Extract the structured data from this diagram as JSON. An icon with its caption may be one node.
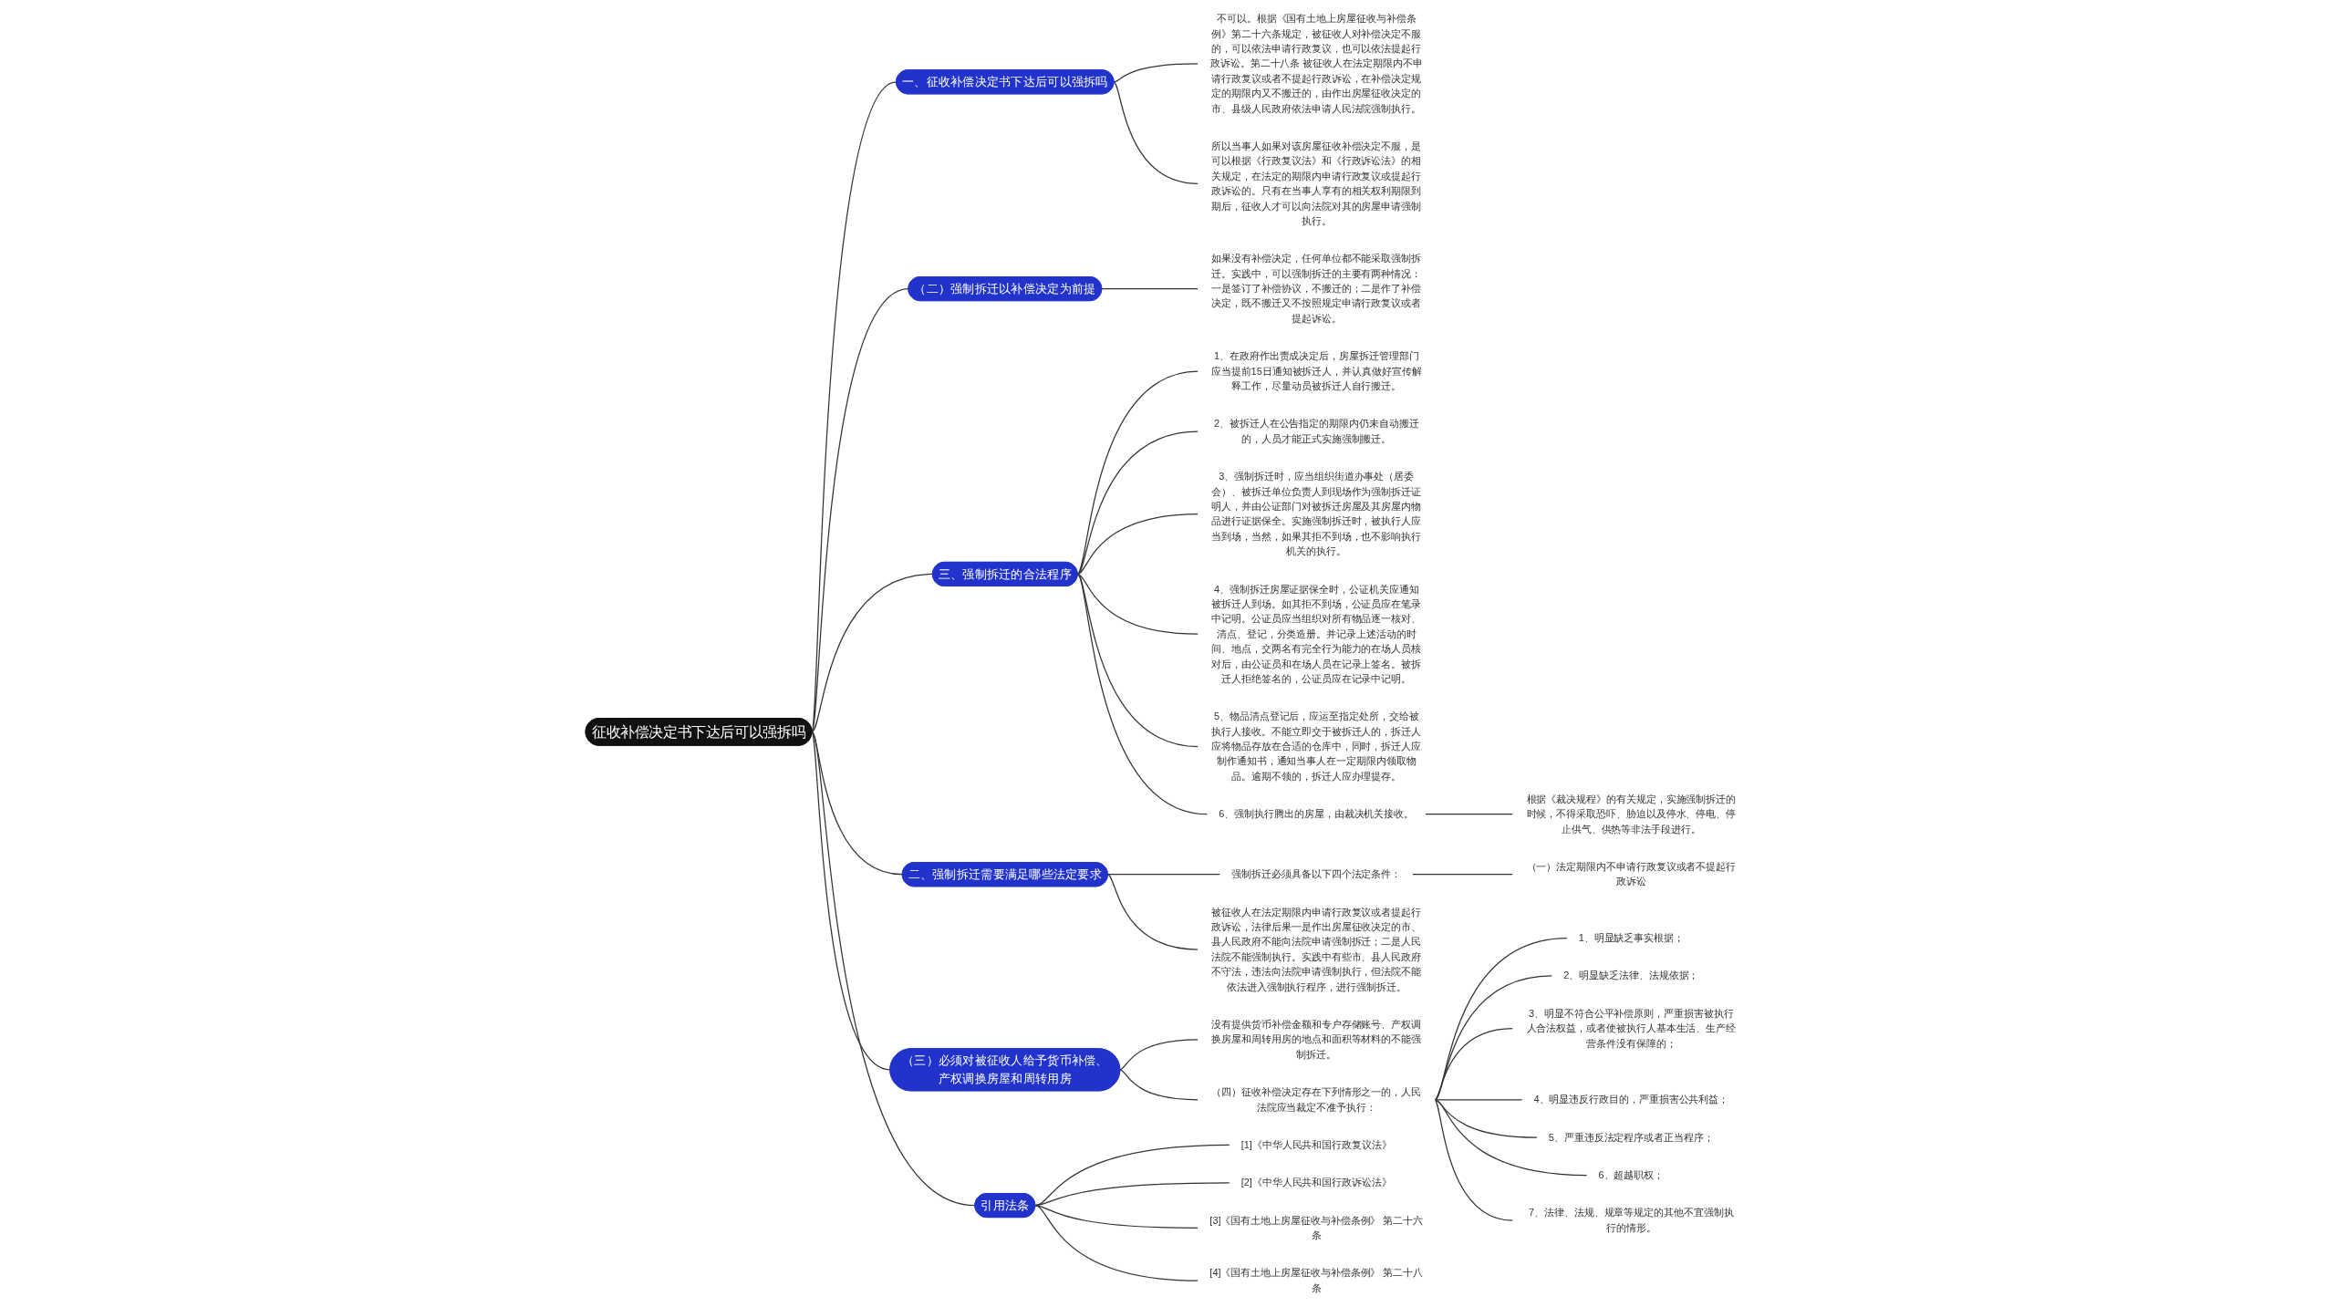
{
  "diagram": {
    "nodes": [
      {
        "text": [
          "征收补偿决定书下达后可以强拆吗"
        ]
      },
      {
        "text": [
          "一、征收补偿决定书下达后可以强拆吗"
        ]
      },
      {
        "text": [
          "不可以。根据《国有土地上房屋征收与补偿条例》第二十六条规定，被征收人对补偿决定不服的，可以依法申请行政复议，也可以依法提起行政诉讼。第二十八条 被征收人在法定期限内不申请行政复议或者不提起行政诉讼，在补偿决定规定的期限内又不搬迁的，由作出房屋征收决定的市、县级人民政府依法申请人民法院强制执行。"
        ]
      },
      {
        "text": [
          "所以当事人如果对该房屋征收补偿决定不服，是可以根据《行政复议法》和《行政诉讼法》的相关规定，在法定的期限内申请行政复议或提起行政诉讼的。只有在当事人享有的相关权利期限到期后，征收人才可以向法院对其的房屋申请强制执行。"
        ]
      },
      {
        "text": [
          "（二）强制拆迁以补偿决定为前提"
        ]
      },
      {
        "text": [
          "如果没有补偿决定，任何单位都不能采取强制拆迁。实践中，可以强制拆迁的主要有两种情况：一是签订了补偿协议，不搬迁的；二是作了补偿决定，既不搬迁又不按照规定申请行政复议或者提起诉讼。"
        ]
      },
      {
        "text": [
          "三、强制拆迁的合法程序"
        ]
      },
      {
        "text": [
          "1、在政府作出责成决定后，房屋拆迁管理部门应当提前15日通知被拆迁人，并认真做好宣传解释工作，尽量动员被拆迁人自行搬迁。"
        ]
      },
      {
        "text": [
          "2、被拆迁人在公告指定的期限内仍未自动搬迁的，人员才能正式实施强制搬迁。"
        ]
      },
      {
        "text": [
          "3、强制拆迁时，应当组织街道办事处（居委会）、被拆迁单位负责人到现场作为强制拆迁证明人，并由公证部门对被拆迁房屋及其房屋内物品进行证据保全。实施强制拆迁时，被执行人应当到场，当然，如果其拒不到场，也不影响执行机关的执行。"
        ]
      },
      {
        "text": [
          "4、强制拆迁房屋证据保全时，公证机关应通知被拆迁人到场。如其拒不到场，公证员应在笔录中记明。公证员应当组织对所有物品逐一核对、清点、登记，分类造册。并记录上述活动的时间、地点，交两名有完全行为能力的在场人员核对后，由公证员和在场人员在记录上签名。被拆迁人拒绝签名的，公证员应在记录中记明。"
        ]
      },
      {
        "text": [
          "5、物品清点登记后，应运至指定处所，交给被执行人接收。不能立即交于被拆迁人的，拆迁人应将物品存放在合适的仓库中，同时，拆迁人应制作通知书，通知当事人在一定期限内领取物品。逾期不领的，拆迁人应办理提存。"
        ]
      },
      {
        "text": [
          "6、强制执行腾出的房屋，由裁决机关接收。"
        ]
      },
      {
        "text": [
          "根据《裁决规程》的有关规定，实施强制拆迁的时候，不得采取恐吓、胁迫以及停水、停电、停止供气、供热等非法手段进行。"
        ]
      },
      {
        "text": [
          "二、强制拆迁需要满足哪些法定要求"
        ]
      },
      {
        "text": [
          "强制拆迁必须具备以下四个法定条件："
        ]
      },
      {
        "text": [
          "（一）法定期限内不申请行政复议或者不提起行政诉讼"
        ]
      },
      {
        "text": [
          "被征收人在法定期限内申请行政复议或者提起行政诉讼，法律后果一是作出房屋征收决定的市、县人民政府不能向法院申请强制拆迁；二是人民法院不能强制执行。实践中有些市、县人民政府不守法，违法向法院申请强制执行，但法院不能依法进入强制执行程序，进行强制拆迁。"
        ]
      },
      {
        "text": [
          "（三）必须对被征收人给予货币补偿、产权调换房屋和周转用房"
        ]
      },
      {
        "text": [
          "没有提供货币补偿金额和专户存储账号、产权调换房屋和周转用房的地点和面积等材料的不能强制拆迁。"
        ]
      },
      {
        "text": [
          "（四）征收补偿决定存在下列情形之一的，人民法院应当裁定不准予执行："
        ]
      },
      {
        "text": [
          "1、明显缺乏事实根据；"
        ]
      },
      {
        "text": [
          "2、明显缺乏法律、法规依据；"
        ]
      },
      {
        "text": [
          "3、明显不符合公平补偿原则，严重损害被执行人合法权益，或者使被执行人基本生活、生产经营条件没有保障的；"
        ]
      },
      {
        "text": [
          "4、明显违反行政目的，严重损害公共利益；"
        ]
      },
      {
        "text": [
          "5、严重违反法定程序或者正当程序；"
        ]
      },
      {
        "text": [
          "6、超越职权；"
        ]
      },
      {
        "text": [
          "7、法律、法规、规章等规定的其他不宜强制执行的情形。"
        ]
      },
      {
        "text": [
          "引用法条"
        ]
      },
      {
        "text": [
          "[1]《中华人民共和国行政复议法》"
        ]
      },
      {
        "text": [
          "[2]《中华人民共和国行政诉讼法》"
        ]
      },
      {
        "text": [
          "[3]《国有土地上房屋征收与补偿条例》 第二十六条"
        ]
      },
      {
        "text": [
          "[4]《国有土地上房屋征收与补偿条例》 第二十八条"
        ]
      }
    ],
    "edges": [
      {
        "from": 0,
        "to": 1,
        "arrow": "none"
      },
      {
        "from": 1,
        "to": 2,
        "arrow": "none"
      },
      {
        "from": 1,
        "to": 3,
        "arrow": "none"
      },
      {
        "from": 0,
        "to": 4,
        "arrow": "none"
      },
      {
        "from": 4,
        "to": 5,
        "arrow": "none"
      },
      {
        "from": 0,
        "to": 6,
        "arrow": "none"
      },
      {
        "from": 6,
        "to": 7,
        "arrow": "none"
      },
      {
        "from": 6,
        "to": 8,
        "arrow": "none"
      },
      {
        "from": 6,
        "to": 9,
        "arrow": "none"
      },
      {
        "from": 6,
        "to": 10,
        "arrow": "none"
      },
      {
        "from": 6,
        "to": 11,
        "arrow": "none"
      },
      {
        "from": 6,
        "to": 12,
        "arrow": "none"
      },
      {
        "from": 12,
        "to": 13,
        "arrow": "none"
      },
      {
        "from": 0,
        "to": 14,
        "arrow": "none"
      },
      {
        "from": 14,
        "to": 15,
        "arrow": "none"
      },
      {
        "from": 15,
        "to": 16,
        "arrow": "none"
      },
      {
        "from": 14,
        "to": 17,
        "arrow": "none"
      },
      {
        "from": 0,
        "to": 18,
        "arrow": "none"
      },
      {
        "from": 18,
        "to": 19,
        "arrow": "none"
      },
      {
        "from": 18,
        "to": 20,
        "arrow": "none"
      },
      {
        "from": 20,
        "to": 21,
        "arrow": "none"
      },
      {
        "from": 20,
        "to": 22,
        "arrow": "none"
      },
      {
        "from": 20,
        "to": 23,
        "arrow": "none"
      },
      {
        "from": 20,
        "to": 24,
        "arrow": "none"
      },
      {
        "from": 20,
        "to": 25,
        "arrow": "none"
      },
      {
        "from": 20,
        "to": 26,
        "arrow": "none"
      },
      {
        "from": 20,
        "to": 27,
        "arrow": "none"
      },
      {
        "from": 0,
        "to": 28,
        "arrow": "none"
      },
      {
        "from": 28,
        "to": 29,
        "arrow": "none"
      },
      {
        "from": 28,
        "to": 30,
        "arrow": "none"
      },
      {
        "from": 28,
        "to": 31,
        "arrow": "none"
      },
      {
        "from": 28,
        "to": 32,
        "arrow": "none"
      }
    ]
  }
}
